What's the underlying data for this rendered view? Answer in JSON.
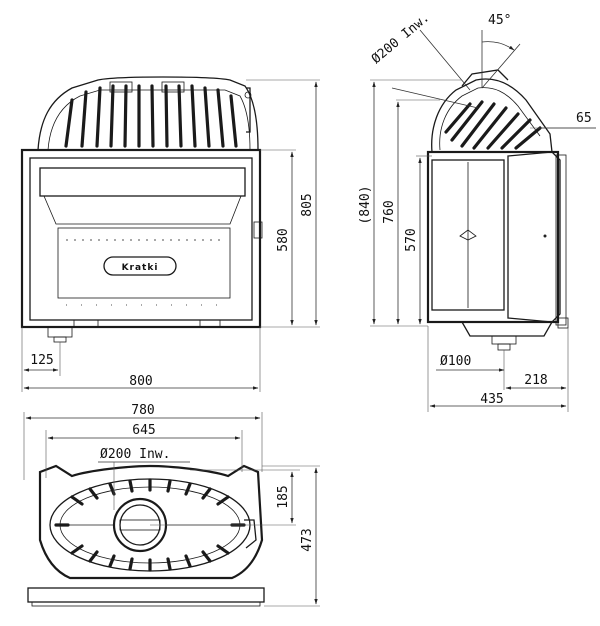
{
  "drawing": {
    "brand_logo": "Kratki",
    "front_view": {
      "dim_height_total": "805",
      "dim_height_door": "580",
      "dim_flue_offset": "125",
      "dim_width": "800"
    },
    "side_view": {
      "dim_flue": "Ø200 Inw.",
      "dim_angle": "45°",
      "dim_overall_height": "(840)",
      "dim_height": "760",
      "dim_door_height": "570",
      "dim_top_offset": "65",
      "dim_air_inlet": "Ø100",
      "dim_inlet_offset": "218",
      "dim_depth": "435"
    },
    "top_view": {
      "dim_width_outer": "780",
      "dim_width_inner": "645",
      "dim_flue": "Ø200 Inw.",
      "dim_flue_depth": "185",
      "dim_depth": "473"
    }
  }
}
